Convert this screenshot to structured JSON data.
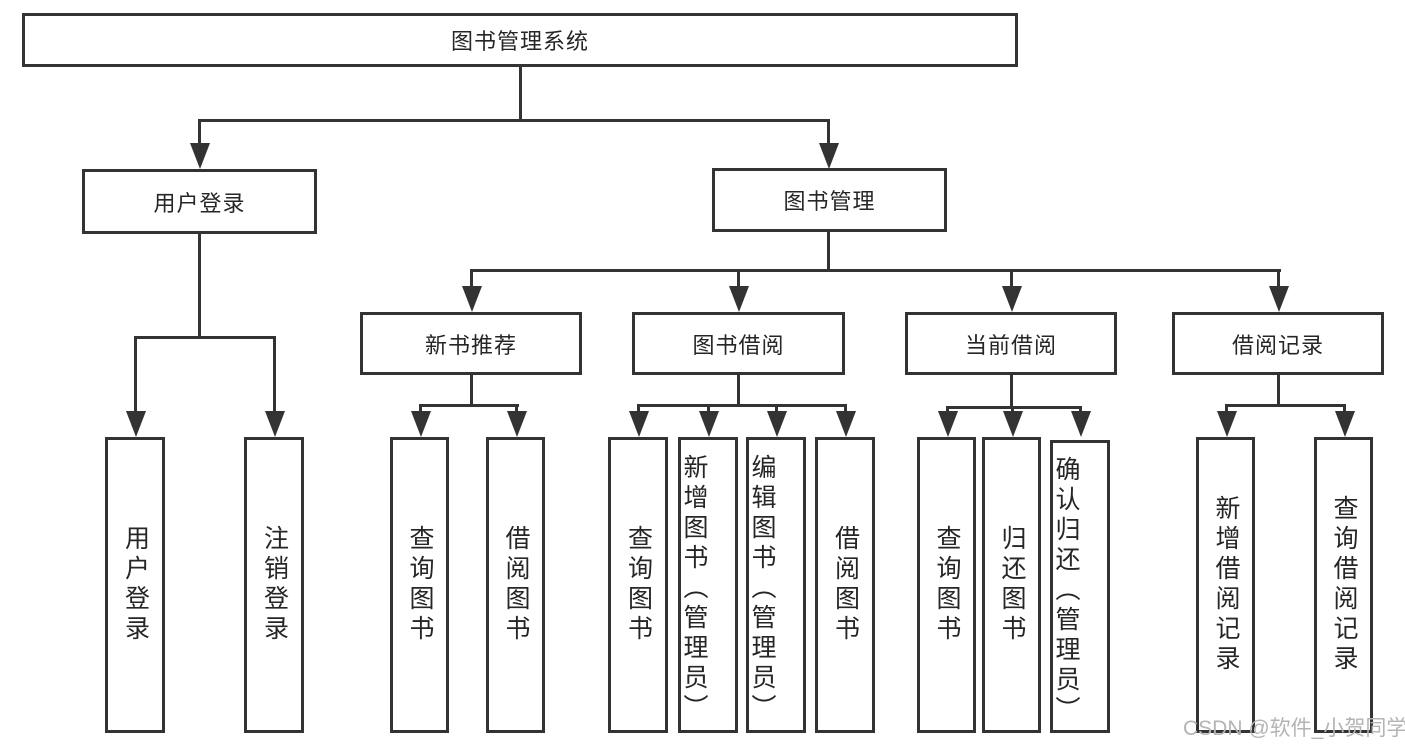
{
  "diagram": {
    "title": "图书管理系统",
    "root": "图书管理系统",
    "branches": {
      "login": {
        "label": "用户登录",
        "children": [
          "用户登录",
          "注销登录"
        ]
      },
      "management": {
        "label": "图书管理",
        "sections": {
          "recommend": {
            "label": "新书推荐",
            "children": [
              "查询图书",
              "借阅图书"
            ]
          },
          "borrow": {
            "label": "图书借阅",
            "children": [
              "查询图书",
              "新增图书（管理员）",
              "编辑图书（管理员）",
              "借阅图书"
            ]
          },
          "current": {
            "label": "当前借阅",
            "children": [
              "查询图书",
              "归还图书",
              "确认归还（管理员）"
            ]
          },
          "records": {
            "label": "借阅记录",
            "children": [
              "新增借阅记录",
              "查询借阅记录"
            ]
          }
        }
      }
    }
  },
  "watermark": {
    "text": "CSDN @软件_小贺同学"
  },
  "colors": {
    "line": "#333333",
    "text": "#262626",
    "watermark": "#b4b4b4",
    "background": "#ffffff"
  }
}
